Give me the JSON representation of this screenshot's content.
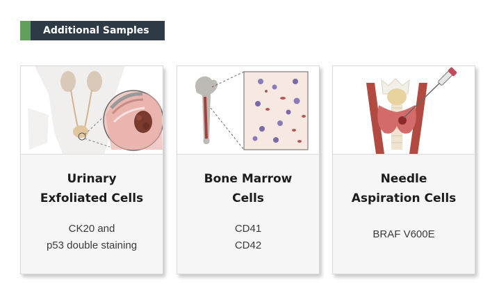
{
  "header": {
    "label": "Additional Samples",
    "accent_color": "#5fa05a",
    "bar_color": "#2f3a47"
  },
  "cards": [
    {
      "illustration": "urinary-tract-illustration",
      "title_lines": [
        "Urinary",
        "Exfoliated Cells"
      ],
      "sub_lines": [
        "CK20 and",
        "p53 double staining"
      ]
    },
    {
      "illustration": "bone-marrow-illustration",
      "title_lines": [
        "Bone Marrow",
        "Cells"
      ],
      "sub_lines": [
        "CD41",
        "CD42"
      ]
    },
    {
      "illustration": "thyroid-needle-aspiration-illustration",
      "title_lines": [
        "Needle",
        "Aspiration Cells"
      ],
      "sub_lines": [
        "BRAF V600E"
      ]
    }
  ]
}
